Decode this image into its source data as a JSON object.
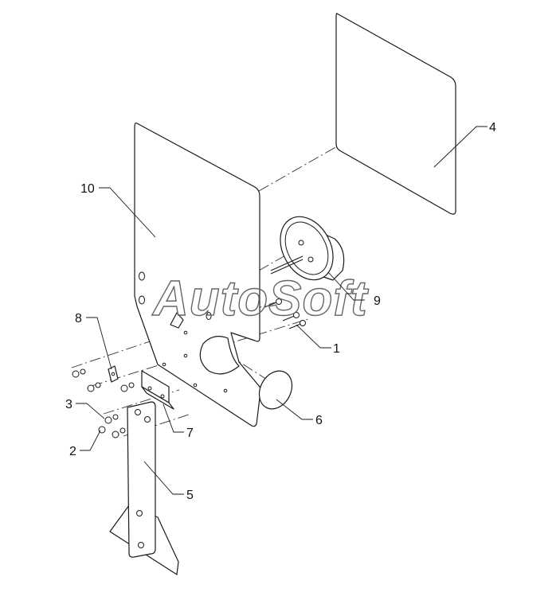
{
  "watermark": "AutoSoft",
  "callouts": [
    {
      "id": "1",
      "label": "1"
    },
    {
      "id": "2",
      "label": "2"
    },
    {
      "id": "3",
      "label": "3"
    },
    {
      "id": "4",
      "label": "4"
    },
    {
      "id": "5",
      "label": "5"
    },
    {
      "id": "6",
      "label": "6"
    },
    {
      "id": "7",
      "label": "7"
    },
    {
      "id": "8",
      "label": "8"
    },
    {
      "id": "9",
      "label": "9"
    },
    {
      "id": "10",
      "label": "10"
    }
  ]
}
